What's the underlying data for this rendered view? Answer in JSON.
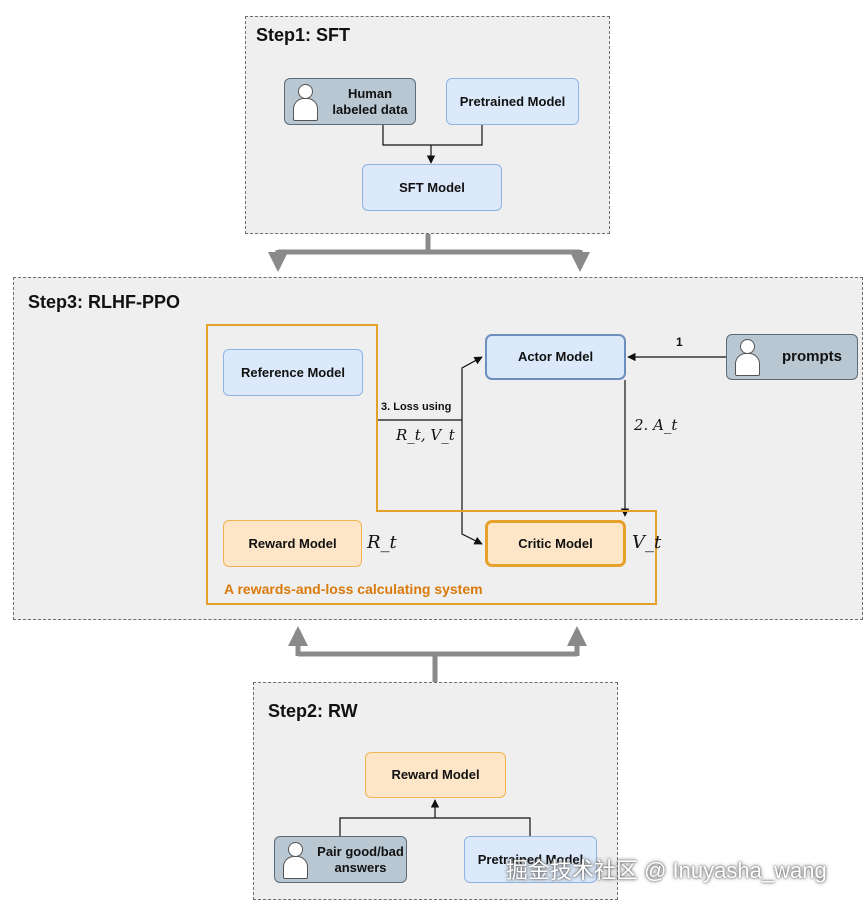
{
  "step1": {
    "title": "Step1: SFT",
    "human_data": "Human labeled data",
    "pretrained": "Pretrained Model",
    "sft_model": "SFT Model"
  },
  "step3": {
    "title": "Step3: RLHF-PPO",
    "reference_model": "Reference Model",
    "actor_model": "Actor Model",
    "prompts": "prompts",
    "edge1_label": "1",
    "loss_label": "3. Loss using",
    "loss_vars": "R_t, V_t",
    "advantage_label": "2. A_t",
    "reward_model": "Reward Model",
    "reward_var": "R_t",
    "critic_model": "Critic Model",
    "critic_var": "V_t",
    "system_label": "A rewards-and-loss calculating system"
  },
  "step2": {
    "title": "Step2: RW",
    "reward_model": "Reward Model",
    "pair_data": "Pair good/bad answers",
    "pretrained": "Pretrained Model"
  },
  "watermark": "掘金技术社区 @ Inuyasha_wang",
  "colors": {
    "panel_bg": "#efefef",
    "model_blue": "#dbe9fb",
    "model_orange": "#fde5c8",
    "system_border": "#e6a12a",
    "system_text": "#d97a0a",
    "data_grey": "#b8c7d2"
  }
}
